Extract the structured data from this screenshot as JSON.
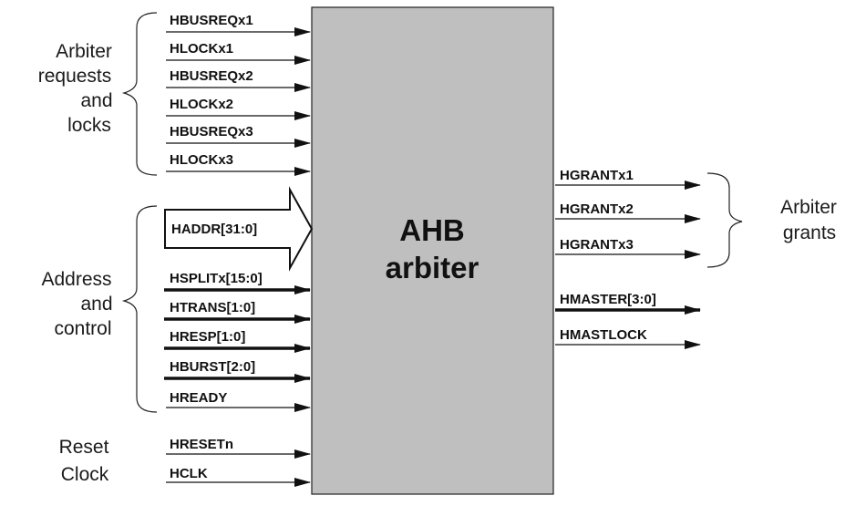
{
  "block": {
    "title_line1": "AHB",
    "title_line2": "arbiter",
    "fill": "#bfbfbf"
  },
  "groups": {
    "arbiter_requests": [
      "Arbiter",
      "requests",
      "and",
      "locks"
    ],
    "address_control": [
      "Address",
      "and",
      "control"
    ],
    "reset": "Reset",
    "clock": "Clock",
    "arbiter_grants": [
      "Arbiter",
      "grants"
    ]
  },
  "inputs": {
    "requests": [
      {
        "label": "HBUSREQx1",
        "bus": false
      },
      {
        "label": "HLOCKx1",
        "bus": false
      },
      {
        "label": "HBUSREQx2",
        "bus": false
      },
      {
        "label": "HLOCKx2",
        "bus": false
      },
      {
        "label": "HBUSREQx3",
        "bus": false
      },
      {
        "label": "HLOCKx3",
        "bus": false
      }
    ],
    "haddr": "HADDR[31:0]",
    "control": [
      {
        "label": "HSPLITx[15:0]",
        "bus": true
      },
      {
        "label": "HTRANS[1:0]",
        "bus": true
      },
      {
        "label": "HRESP[1:0]",
        "bus": true
      },
      {
        "label": "HBURST[2:0]",
        "bus": true
      },
      {
        "label": "HREADY",
        "bus": false
      }
    ],
    "hresetn": "HRESETn",
    "hclk": "HCLK"
  },
  "outputs": [
    {
      "label": "HGRANTx1",
      "bus": false
    },
    {
      "label": "HGRANTx2",
      "bus": false
    },
    {
      "label": "HGRANTx3",
      "bus": false
    },
    {
      "label": "HMASTER[3:0]",
      "bus": true
    },
    {
      "label": "HMASTLOCK",
      "bus": false
    }
  ]
}
